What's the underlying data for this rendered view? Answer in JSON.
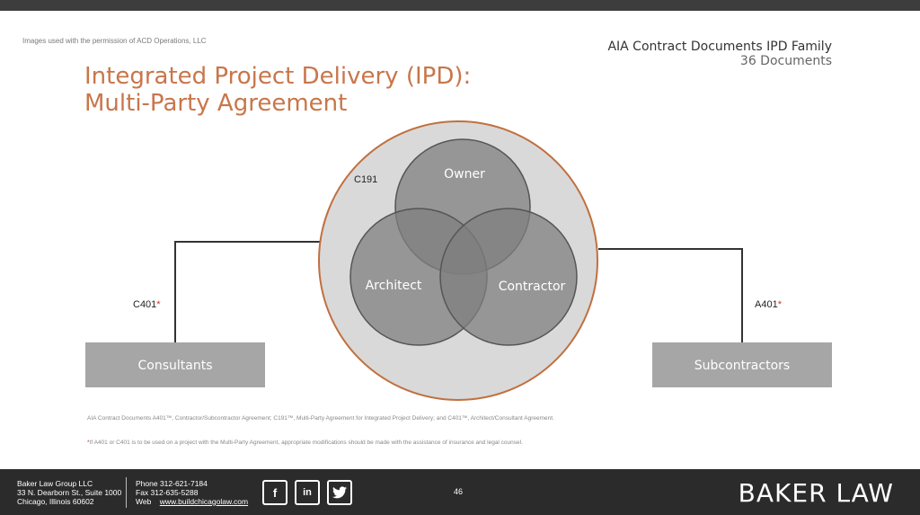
{
  "permission_note": "Images used with the permission of ACD Operations, LLC",
  "title": {
    "line1": "Integrated Project Delivery (IPD):",
    "line2": "Multi-Party Agreement"
  },
  "family": {
    "line1": "AIA Contract Documents IPD Family",
    "line2": "36 Documents"
  },
  "diagram": {
    "outer_label": "C191",
    "circles": {
      "owner": "Owner",
      "architect": "Architect",
      "contractor": "Contractor"
    },
    "left_link": "C401",
    "right_link": "A401",
    "asterisk": "*",
    "left_box": "Consultants",
    "right_box": "Subcontractors",
    "colors": {
      "accent": "#c0703f",
      "outer_fill": "#d9d9d9",
      "circle_fill": "#7f7f7f",
      "circle_stroke": "#555555",
      "box_fill": "#a6a6a6",
      "asterisk": "#c0392b"
    }
  },
  "footnotes": {
    "line1": "AIA Contract Documents A401™, Contractor/Subcontractor Agreement; C191™, Multi-Party Agreement for Integrated Project Delivery; and C401™, Architect/Consultant Agreement.",
    "line2_star": "*",
    "line2": "If A401 or C401 is to be used on a project with the Multi-Party Agreement, appropriate modifications should be made with the assistance of insurance and legal counsel."
  },
  "footer": {
    "company": "Baker Law Group LLC",
    "address1": "33 N. Dearborn St., Suite 1000",
    "address2": "Chicago, Illinois 60602",
    "phone": "Phone 312-621-7184",
    "fax": "Fax    312-635-5288",
    "web_label": "Web",
    "web_url": "www.buildchicagolaw.com",
    "social": [
      "f",
      "in",
      "t"
    ],
    "page": "46",
    "logo": "BAKER LAW"
  }
}
